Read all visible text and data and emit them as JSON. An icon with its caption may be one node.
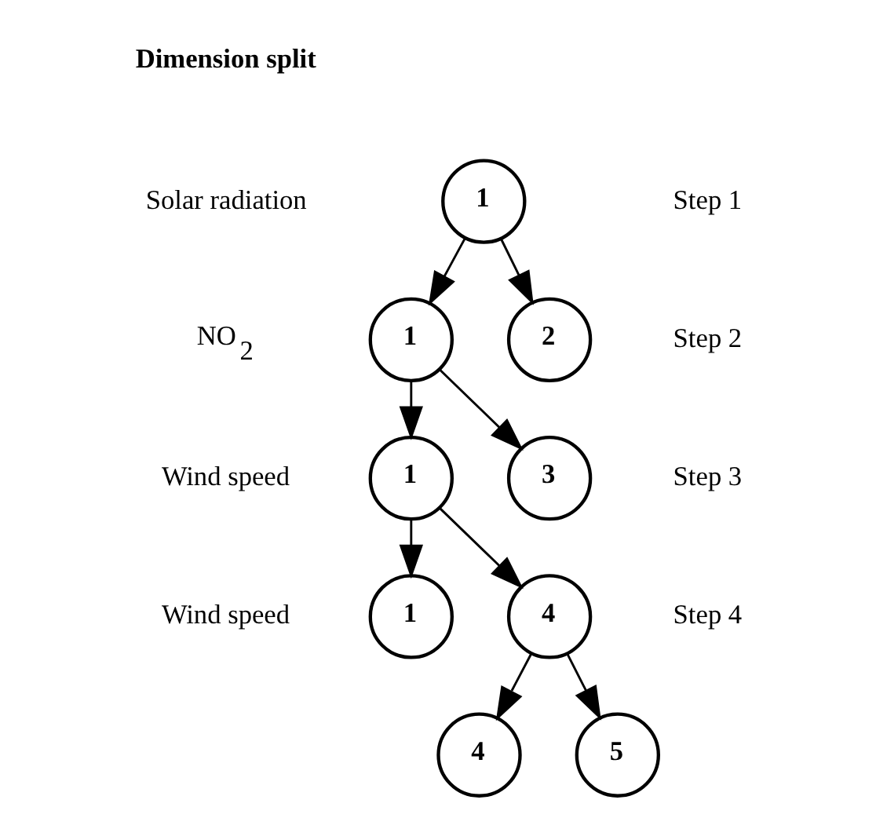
{
  "diagram": {
    "nodes": [
      {
        "text": [
          "1"
        ]
      },
      {
        "text": [
          "1"
        ]
      },
      {
        "text": [
          "2"
        ]
      },
      {
        "text": [
          "1"
        ]
      },
      {
        "text": [
          "3"
        ]
      },
      {
        "text": [
          "1"
        ]
      },
      {
        "text": [
          "4"
        ]
      },
      {
        "text": [
          "4"
        ]
      },
      {
        "text": [
          "5"
        ]
      }
    ],
    "edges": [
      {
        "from": 0,
        "to": 1,
        "arrow": "to"
      },
      {
        "from": 0,
        "to": 2,
        "arrow": "to"
      },
      {
        "from": 1,
        "to": 3,
        "arrow": "to"
      },
      {
        "from": 1,
        "to": 4,
        "arrow": "to"
      },
      {
        "from": 3,
        "to": 5,
        "arrow": "to"
      },
      {
        "from": 3,
        "to": 6,
        "arrow": "to"
      },
      {
        "from": 6,
        "to": 7,
        "arrow": "to"
      },
      {
        "from": 6,
        "to": 8,
        "arrow": "to"
      }
    ],
    "labels": [
      "Dimension split",
      "Step 1",
      "Solar radiation",
      "Step 2",
      "NO$_{2}$",
      "Step 3",
      "Wind speed",
      "Step 4",
      "Wind speed"
    ]
  }
}
